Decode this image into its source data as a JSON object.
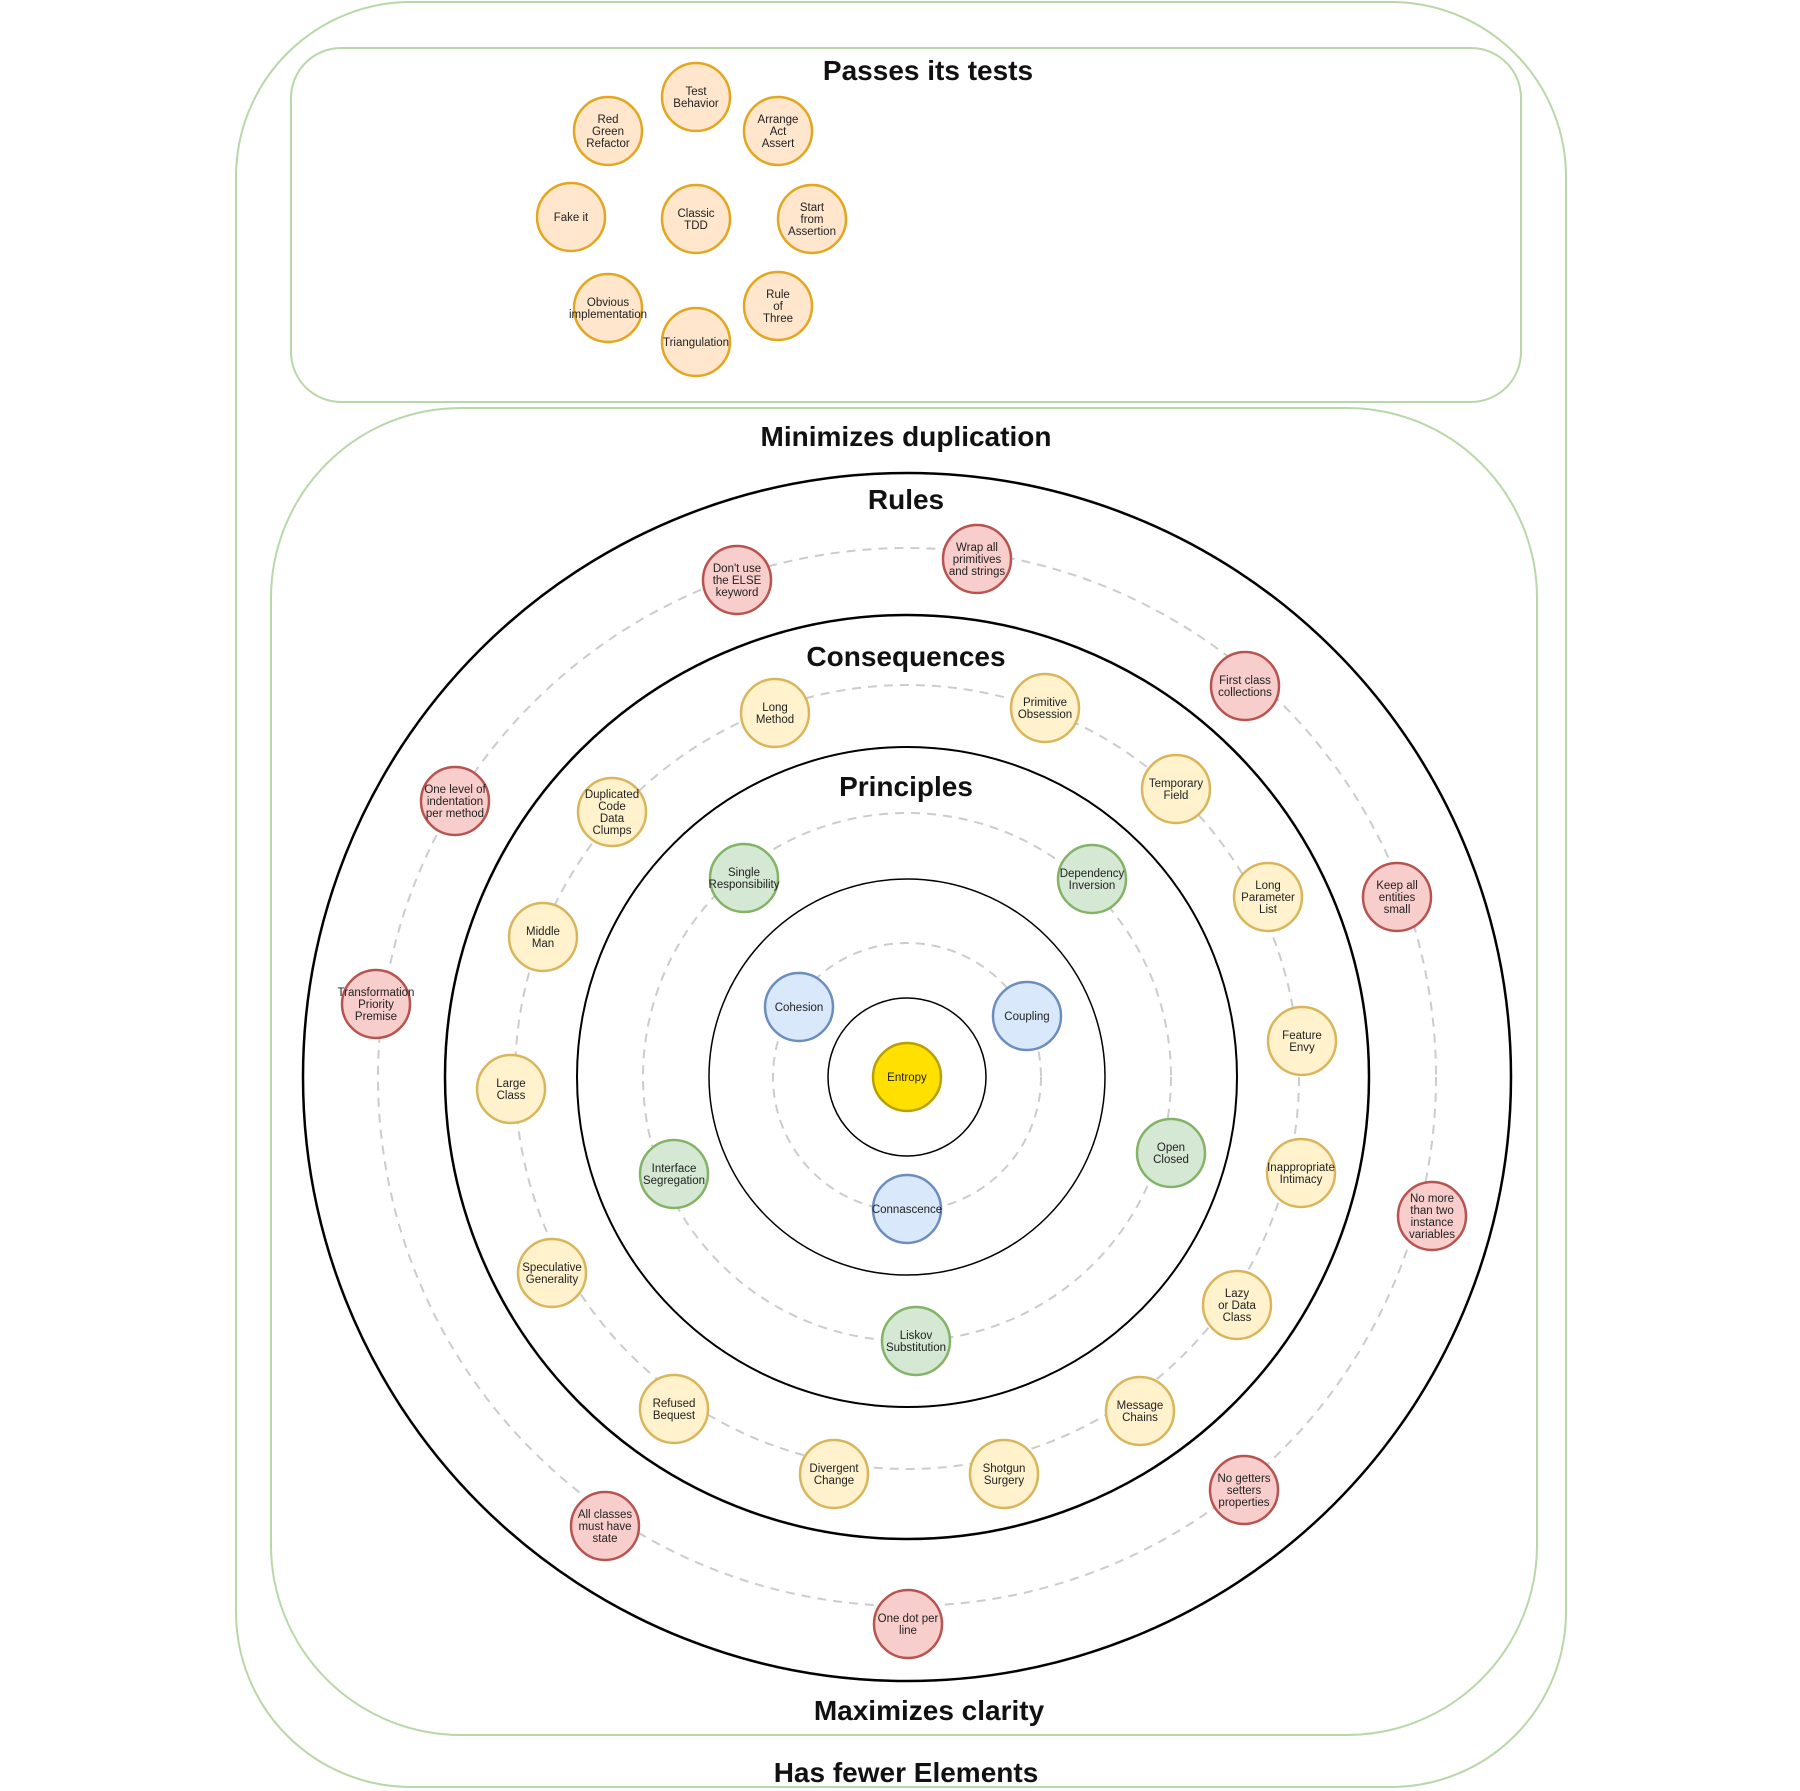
{
  "colors": {
    "frame": "#b9d7a8",
    "ring": "#000000",
    "dash": "#cccccc",
    "orange": {
      "fill": "#ffe6cc",
      "stroke": "#e2a620"
    },
    "yellow": {
      "fill": "#fff2cc",
      "stroke": "#d9b65c"
    },
    "green": {
      "fill": "#d5e8d4",
      "stroke": "#82b366"
    },
    "blue": {
      "fill": "#dae8fc",
      "stroke": "#6c8ebf"
    },
    "red": {
      "fill": "#f8cecc",
      "stroke": "#b85450"
    },
    "core": {
      "fill": "#ffe000",
      "stroke": "#b8a000"
    }
  },
  "headings": {
    "passes_tests": "Passes its tests",
    "minimizes_duplication": "Minimizes duplication",
    "rules": "Rules",
    "consequences": "Consequences",
    "principles": "Principles",
    "maximizes_clarity": "Maximizes clarity",
    "has_fewer_elements": "Has fewer Elements"
  },
  "tdd_practices": [
    {
      "label": "Test\nBehavior"
    },
    {
      "label": "Arrange\nAct\nAssert"
    },
    {
      "label": "Red\nGreen\nRefactor"
    },
    {
      "label": "Fake it"
    },
    {
      "label": "Classic\nTDD"
    },
    {
      "label": "Start\nfrom\nAssertion"
    },
    {
      "label": "Obvious\nimplementation"
    },
    {
      "label": "Rule\nof\nThree"
    },
    {
      "label": "Triangulation"
    }
  ],
  "rules": [
    {
      "label": "Wrap all\nprimitives\nand strings"
    },
    {
      "label": "Don't use\nthe ELSE\nkeyword"
    },
    {
      "label": "First class\ncollections"
    },
    {
      "label": "One level of\nindentation\nper method"
    },
    {
      "label": "Keep all\nentities\nsmall"
    },
    {
      "label": "Transformation\nPriority\nPremise"
    },
    {
      "label": "No more\nthan two\ninstance\nvariables"
    },
    {
      "label": "No getters\nsetters\nproperties"
    },
    {
      "label": "All classes\nmust have\nstate"
    },
    {
      "label": "One dot per\nline"
    }
  ],
  "consequences": [
    {
      "label": "Long\nMethod"
    },
    {
      "label": "Primitive\nObsession"
    },
    {
      "label": "Temporary\nField"
    },
    {
      "label": "Duplicated\nCode\nData\nClumps"
    },
    {
      "label": "Long\nParameter\nList"
    },
    {
      "label": "Middle\nMan"
    },
    {
      "label": "Feature\nEnvy"
    },
    {
      "label": "Large\nClass"
    },
    {
      "label": "Inappropriate\nIntimacy"
    },
    {
      "label": "Speculative\nGenerality"
    },
    {
      "label": "Lazy\nor Data\nClass"
    },
    {
      "label": "Refused\nBequest"
    },
    {
      "label": "Message\nChains"
    },
    {
      "label": "Divergent\nChange"
    },
    {
      "label": "Shotgun\nSurgery"
    }
  ],
  "principles": [
    {
      "label": "Single\nResponsibility"
    },
    {
      "label": "Dependency\nInversion"
    },
    {
      "label": "Open\nClosed"
    },
    {
      "label": "Interface\nSegregation"
    },
    {
      "label": "Liskov\nSubstitution"
    }
  ],
  "core_concepts": [
    {
      "label": "Cohesion"
    },
    {
      "label": "Coupling"
    },
    {
      "label": "Connascence"
    }
  ],
  "center": {
    "label": "Entropy"
  }
}
